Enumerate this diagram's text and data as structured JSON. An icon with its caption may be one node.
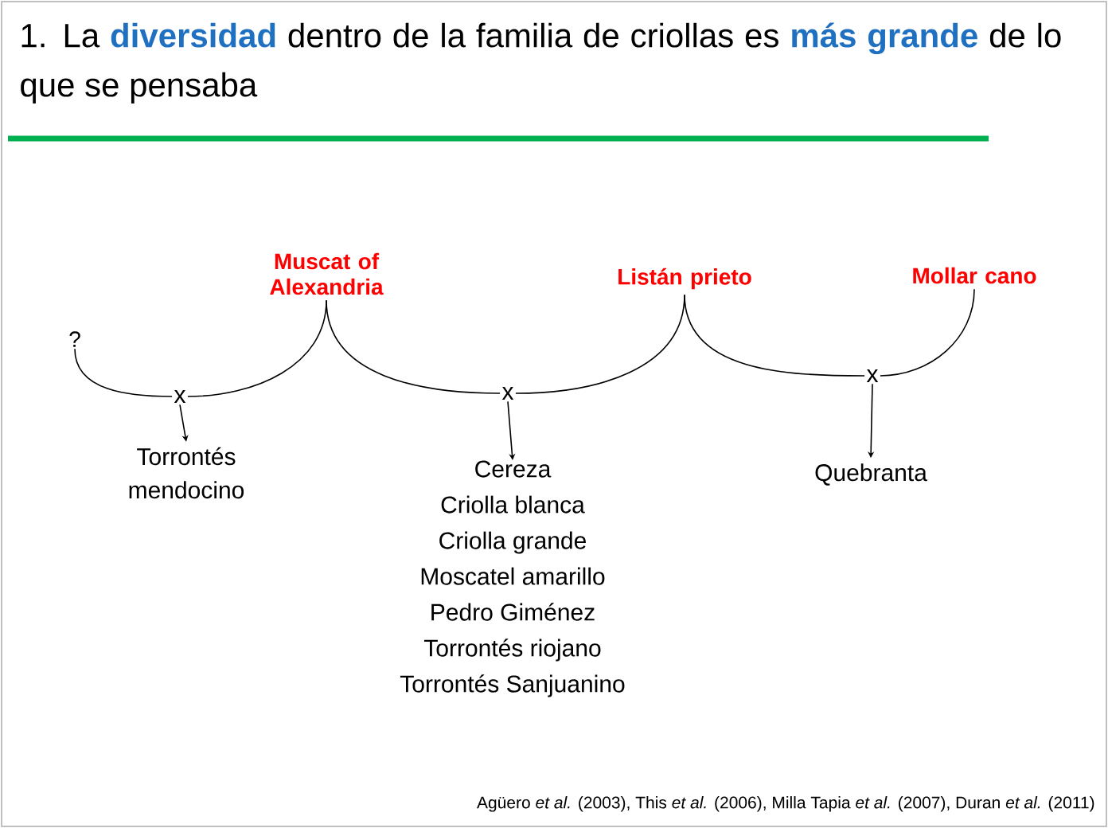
{
  "diagram": {
    "title": "1. La **diversidad** dentro de la familia de criollas es **más grande** de lo que se pensaba",
    "caption": "Agüero *et al.* (2003), This *et al.* (2006), Milla Tapia *et al.* (2007), Duran *et al.* (2011)",
    "nodes": [
      {
        "text": [
          "?"
        ]
      },
      {
        "text": [
          "Muscat of Alexandria"
        ]
      },
      {
        "text": [
          "Listán prieto"
        ]
      },
      {
        "text": [
          "Mollar cano"
        ]
      },
      {
        "text": [
          "x"
        ]
      },
      {
        "text": [
          "x"
        ]
      },
      {
        "text": [
          "x"
        ]
      },
      {
        "text": [
          "Torrontés mendocino"
        ]
      },
      {
        "text": [
          "Cereza",
          "Criolla blanca",
          "Criolla grande",
          "Moscatel amarillo",
          "Pedro Giménez",
          "Torrontés riojano",
          "Torrontés Sanjuanino"
        ]
      },
      {
        "text": [
          "Quebranta"
        ]
      }
    ],
    "edges": [
      {
        "from": 0,
        "to": 4,
        "arrow": "none"
      },
      {
        "from": 1,
        "to": 4,
        "arrow": "none"
      },
      {
        "from": 1,
        "to": 5,
        "arrow": "none"
      },
      {
        "from": 2,
        "to": 5,
        "arrow": "none"
      },
      {
        "from": 2,
        "to": 6,
        "arrow": "none"
      },
      {
        "from": 3,
        "to": 6,
        "arrow": "none"
      },
      {
        "from": 4,
        "to": 7,
        "arrow": "to"
      },
      {
        "from": 5,
        "to": 8,
        "arrow": "to"
      },
      {
        "from": 6,
        "to": 9,
        "arrow": "to"
      }
    ]
  }
}
